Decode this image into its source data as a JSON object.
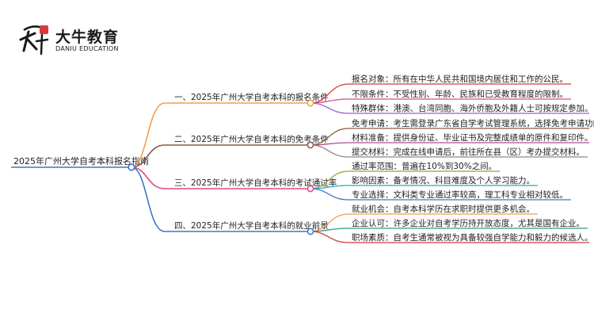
{
  "brand": {
    "name_cn": "大牛教育",
    "name_en": "DANIU EDUCATION",
    "mark_text": "大牛",
    "mark_accent": "#d9393b"
  },
  "mindmap": {
    "root": "2025年广州大学自考本科报名指南",
    "branches": [
      {
        "label": "一、2025年广州大学自考本科的报名条件",
        "color": "#f0a044",
        "leaves": [
          {
            "text": "报名对象：所有在中华人民共和国境内居住和工作的公民。",
            "color": "#d9393b"
          },
          {
            "text": "不限条件：不受性别、年龄、民族和已受教育程度的限制。",
            "color": "#e0478a"
          },
          {
            "text": "特殊群体：港澳、台湾同胞、海外侨胞及外籍人士可按规定参加。",
            "color": "#9a5fd0"
          }
        ]
      },
      {
        "label": "二、2025年广州大学自考本科的免考条件",
        "color": "#8a5a44",
        "leaves": [
          {
            "text": "免考申请：考生需登录广东省自学考试管理系统，选择免考申请功能。",
            "color": "#8a5a44"
          },
          {
            "text": "材料准备：提供身份证、毕业证书及完整成绩单的原件和复印件。",
            "color": "#b0508c"
          },
          {
            "text": "提交材料：完成在线申请后，前往所在县（区）考办提交材料。",
            "color": "#8a8a8a"
          }
        ]
      },
      {
        "label": "三、2025年广州大学自考本科的考试通过率",
        "color": "#e0478a",
        "leaves": [
          {
            "text": "通过率范围：普遍在10%到30%之间。",
            "color": "#9aa13a"
          },
          {
            "text": "影响因素：备考情况、科目难度及个人学习能力。",
            "color": "#2fa8b8"
          },
          {
            "text": "专业选择：文科类专业通过率较高，理工科专业相对较低。",
            "color": "#3a78c8"
          }
        ]
      },
      {
        "label": "四、2025年广州大学自考本科的就业前景",
        "color": "#3a78c8",
        "leaves": [
          {
            "text": "就业机会：自考本科学历在求职时提供更多机会。",
            "color": "#f0a044"
          },
          {
            "text": "企业认可：许多企业对自考学历持开放态度，尤其是国有企业。",
            "color": "#2f9a8a"
          },
          {
            "text": "职场素质：自考生通常被视为具备较强自学能力和毅力的候选人。",
            "color": "#d9393b"
          }
        ]
      }
    ]
  }
}
